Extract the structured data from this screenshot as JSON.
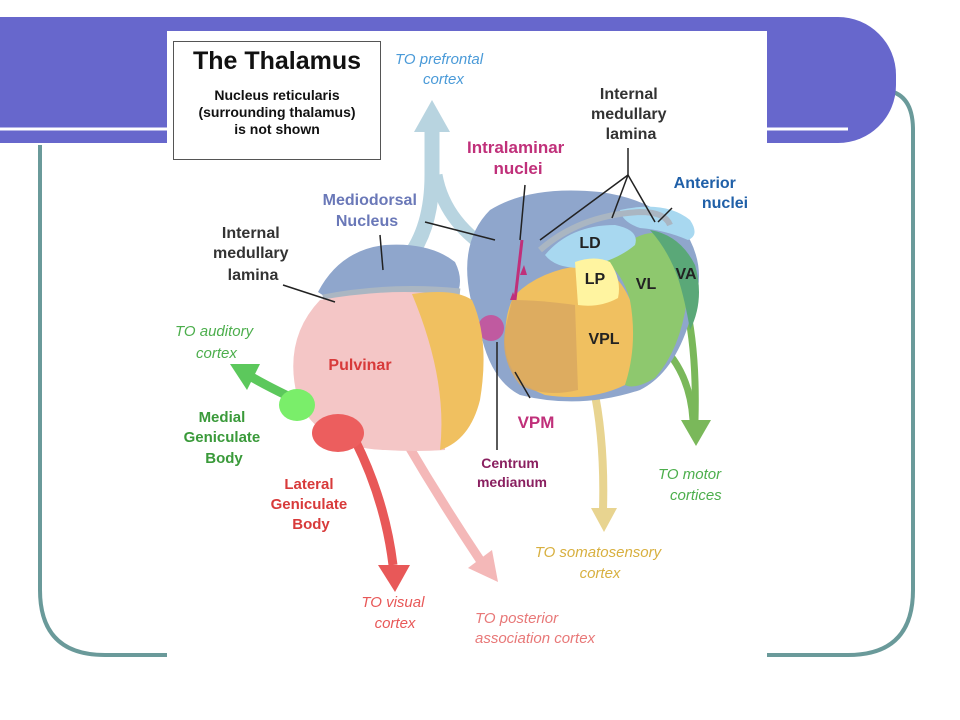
{
  "title_box": {
    "title": "The Thalamus",
    "note_line1": "Nucleus reticularis",
    "note_line2": "(surrounding thalamus)",
    "note_line3": "is not shown"
  },
  "labels": {
    "prefrontal": [
      "TO prefrontal",
      "cortex"
    ],
    "intralaminar": [
      "Intralaminar",
      "nuclei"
    ],
    "internal_lamina_right": [
      "Internal",
      "medullary",
      "lamina"
    ],
    "anterior": [
      "Anterior",
      "nuclei"
    ],
    "mediodorsal": [
      "Mediodorsal",
      "Nucleus"
    ],
    "internal_lamina_left": [
      "Internal",
      "medullary",
      "lamina"
    ],
    "auditory": [
      "TO auditory",
      "cortex"
    ],
    "pulvinar": "Pulvinar",
    "medial_geniculate": [
      "Medial",
      "Geniculate",
      "Body"
    ],
    "lateral_geniculate": [
      "Lateral",
      "Geniculate",
      "Body"
    ],
    "centrum": [
      "Centrum",
      "medianum"
    ],
    "vpm": "VPM",
    "ld": "LD",
    "lp": "LP",
    "vl": "VL",
    "va": "VA",
    "vpl": "VPL",
    "motor": [
      "TO motor",
      "cortices"
    ],
    "somatosensory": [
      "TO somatosensory",
      "cortex"
    ],
    "visual": [
      "TO visual",
      "cortex"
    ],
    "posterior": [
      "TO posterior",
      "association cortex"
    ]
  },
  "colors": {
    "slide_accent": "#6767cc",
    "slide_border": "#6a9a9a",
    "pulvinar": "#f4c6c6",
    "mediodorsal": "#8fa6cc",
    "vpl": "#f0c060",
    "vl": "#8ec86e",
    "va": "#5aa878",
    "ld": "#a8d8f0",
    "lp": "#fff4a0",
    "intralaminar": "#c0307a",
    "motor_arrow": "#7ab85a",
    "soma_arrow": "#e8d490",
    "visual_arrow": "#e85858",
    "posterior_arrow": "#f4b8b8",
    "auditory_arrow": "#5cc85c",
    "prefrontal_arrow": "#b8d4e0"
  }
}
